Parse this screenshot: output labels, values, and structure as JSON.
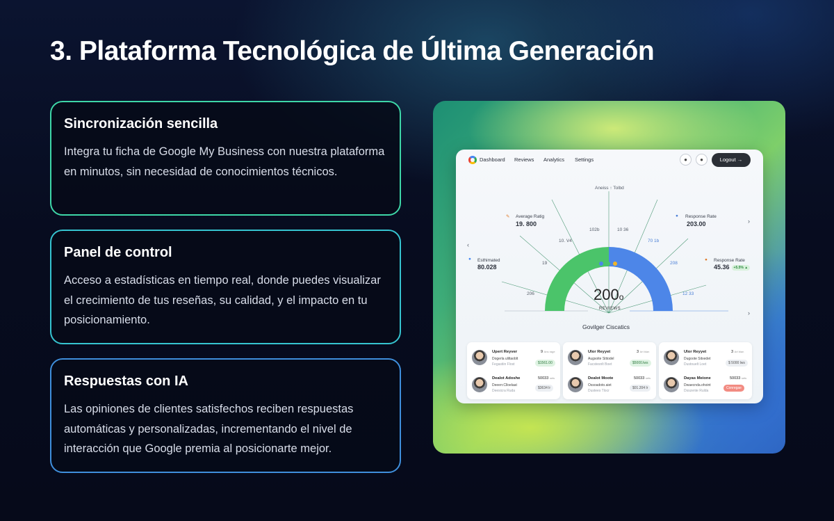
{
  "slide": {
    "title": "3. Plataforma Tecnológica de Última Generación"
  },
  "features": [
    {
      "heading": "Sincronización sencilla",
      "body": "Integra tu ficha de Google My Business con nuestra plataforma en minutos, sin necesidad de conocimientos técnicos."
    },
    {
      "heading": "Panel de control",
      "body": "Acceso a estadísticas en tiempo real, donde puedes visualizar el crecimiento de tus reseñas, su calidad, y el impacto en tu posicionamiento."
    },
    {
      "heading": "Respuestas con IA",
      "body": "Las opiniones de clientes satisfechos reciben respuestas automáticas y personalizadas, incrementando el nivel de interacción que Google premia al posicionarte mejor."
    }
  ],
  "dashboard": {
    "nav": [
      "Dashboard",
      "Reviews",
      "Analytics",
      "Settings"
    ],
    "logout_label": "Logout",
    "logout_arrow": "→",
    "top_label": "Aneiss ↑ Tolbd",
    "stats": {
      "average_rating_label": "Average Ratig",
      "average_rating_value": "19. 800",
      "response_rate_label": "Response Rate",
      "response_rate_value": "203.00",
      "response_rate2_label": "Response Rate",
      "response_rate2_value": "45.36",
      "response_rate2_badge": "+5.5% ▲",
      "estimated_label": "Esthimated",
      "estimated_value": "80.028"
    },
    "ticks": [
      "10. V4",
      "102b",
      "10 36",
      "70 1b",
      "19",
      "208",
      "206",
      "12 33"
    ],
    "gauge": {
      "value": "200",
      "value_suffix": "o",
      "label": "REVIEWS",
      "fill": 0.5,
      "left_color": "#4bc46a",
      "right_color": "#4d86e8"
    },
    "section_title": "Govilger Ciscatics",
    "review_cards": [
      {
        "rows": [
          {
            "name": "Upert Reyver",
            "line": "Dogerla uliltaoblt",
            "sub": "Fegastiin Flost",
            "num": "9",
            "num_sub": "Ans rage",
            "tag": "$1561.00"
          },
          {
            "name": "Dealot Adoshe",
            "line": "Deeerr.Clloelaat",
            "sub": "Deesicra Ruda",
            "num": "50033",
            "num_sub": "sets",
            "tag": "$3634 lr"
          }
        ]
      },
      {
        "rows": [
          {
            "name": "Ulor Reyyet",
            "line": "Augsoite Stitodel",
            "sub": "Facstesnlt Boet",
            "num": "3",
            "num_sub": "Art blan",
            "tag": "$5000.lws"
          },
          {
            "name": "Dealot Moote",
            "line": "Ossoadoto.aiet",
            "sub": "Dustees Tlocr",
            "num": "50033",
            "num_sub": "sets",
            "tag": "$01.204 lr"
          }
        ]
      },
      {
        "rows": [
          {
            "name": "Ulor Reyyet",
            "line": "Dugoote Sitxedet",
            "sub": "Dustouelt Loet",
            "num": "3",
            "num_sub": "Art blan",
            "tag": "$ 5000 lws"
          },
          {
            "name": "Dayas Meione",
            "line": "Dwaecnda.ohoint",
            "sub": "Dsszente Rulda",
            "num": "50033",
            "num_sub": "sets",
            "tag": "Conregae"
          }
        ]
      }
    ]
  }
}
